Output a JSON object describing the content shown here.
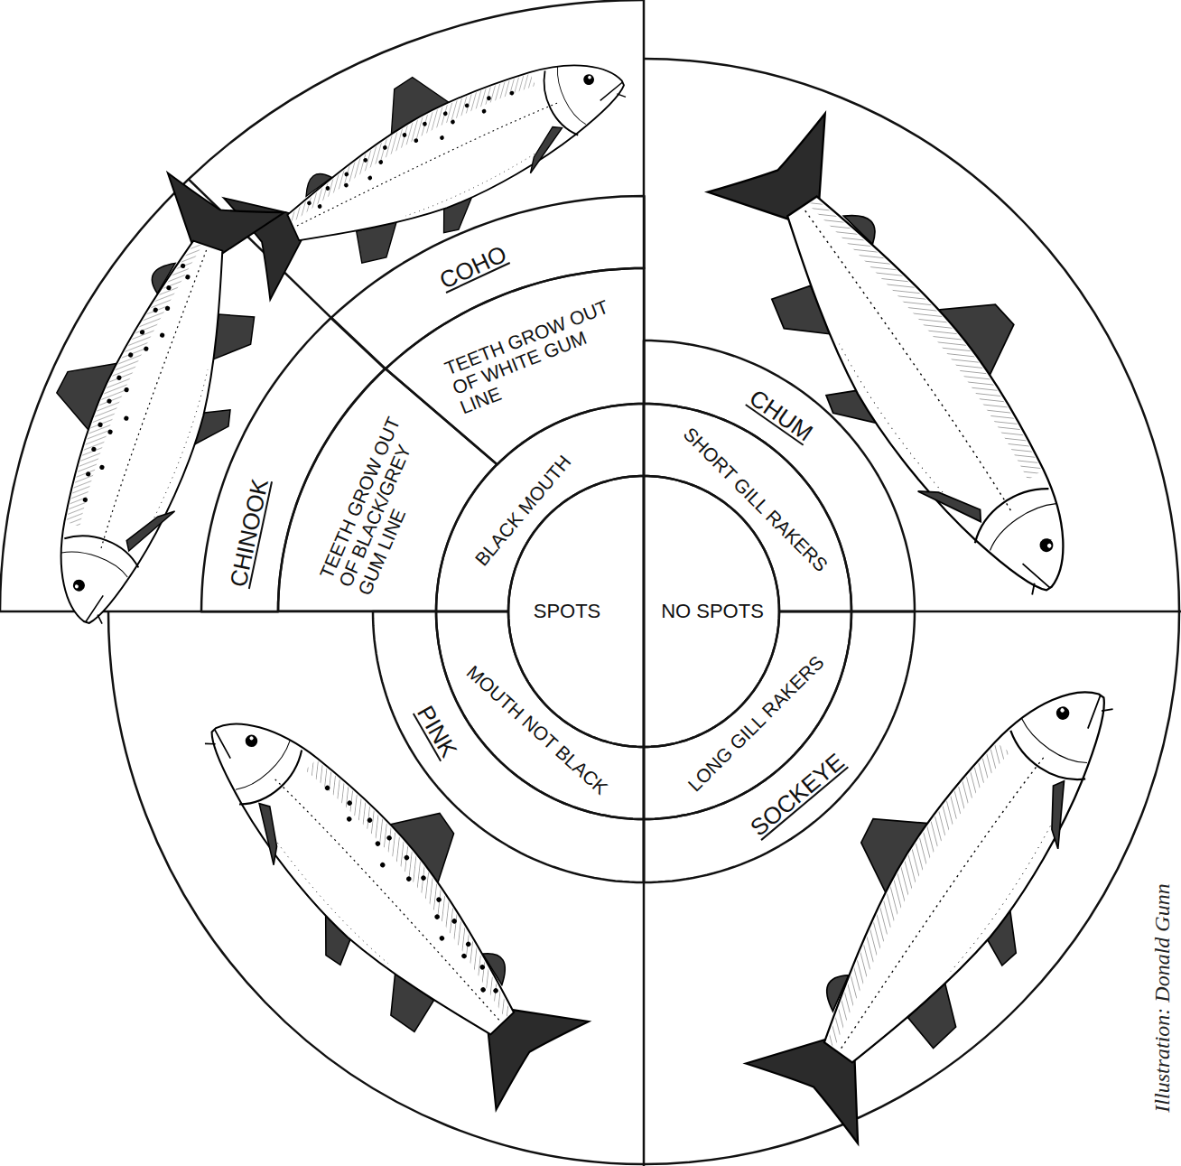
{
  "diagram": {
    "nodes": [
      {
        "text": [
          "CHINOOK"
        ]
      },
      {
        "text": [
          "TEETH GROW OUT OF BLACK/GREY GUM LINE"
        ]
      },
      {
        "text": [
          "COHO"
        ]
      },
      {
        "text": [
          "TEETH GROW OUT OF WHITE GUM LINE"
        ]
      },
      {
        "text": [
          "BLACK MOUTH"
        ]
      },
      {
        "text": [
          "SPOTS"
        ]
      },
      {
        "text": [
          "NO SPOTS"
        ]
      },
      {
        "text": [
          "CHUM"
        ]
      },
      {
        "text": [
          "SHORT GILL RAKERS"
        ]
      },
      {
        "text": [
          "MOUTH NOT BLACK"
        ]
      },
      {
        "text": [
          "PINK"
        ]
      },
      {
        "text": [
          "LONG GILL RAKERS"
        ]
      },
      {
        "text": [
          "SOCKEYE"
        ]
      }
    ],
    "labels": [
      "Illustration: Donald Gunn"
    ]
  }
}
